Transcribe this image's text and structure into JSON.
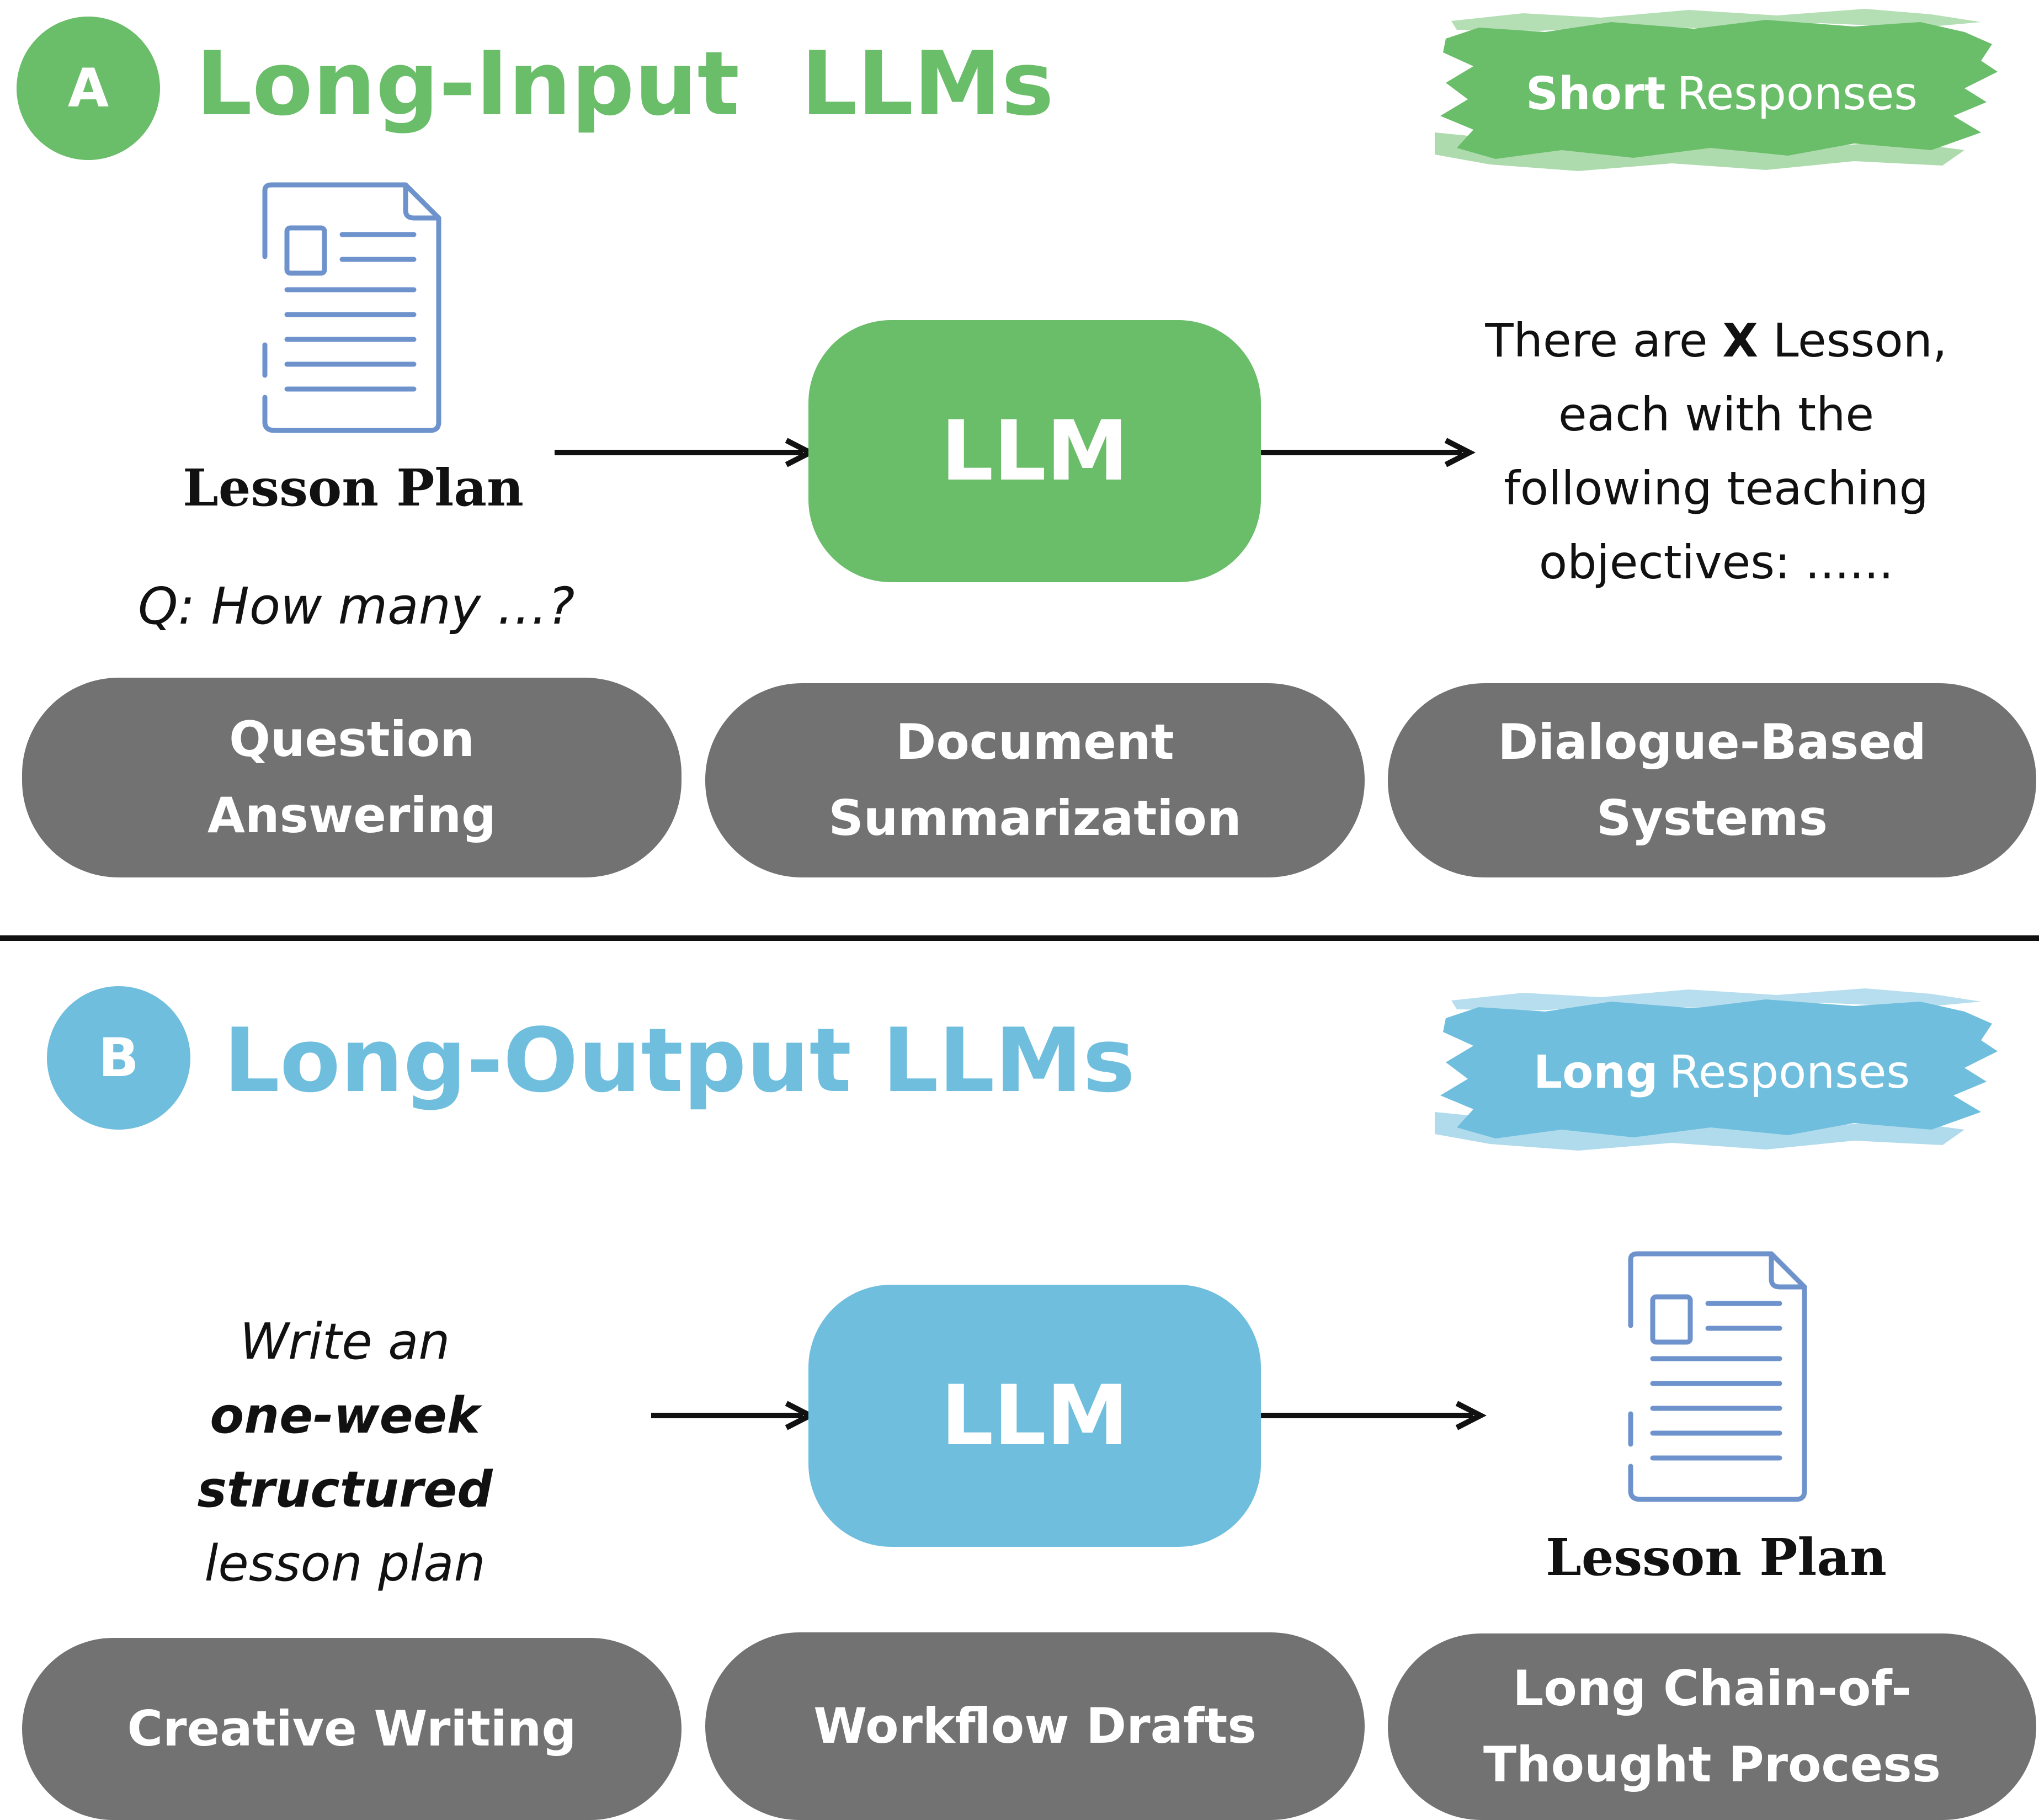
{
  "colors": {
    "green": "#6abd69",
    "blue": "#6fbedd",
    "pill_gray": "#727272",
    "ink": "#111111",
    "doc_line": "#6e93cc"
  },
  "section_a": {
    "badge": "A",
    "title": "Long-Input  LLMs",
    "tag_bold": "Short",
    "tag_rest": "Responses",
    "doc_icon": "document-icon",
    "doc_caption": "Lesson Plan",
    "query": "Q: How many …?",
    "llm_label": "LLM",
    "output_line1_pre": "There are ",
    "output_line1_bold": "X",
    "output_line1_post": " Lesson,",
    "output_line2": "each with the",
    "output_line3": "following teaching",
    "output_line4": "objectives: ......",
    "pills": [
      {
        "line1": "Question",
        "line2": "Answering"
      },
      {
        "line1": "Document",
        "line2": "Summarization"
      },
      {
        "line1": "Dialogue-Based",
        "line2": "Systems"
      }
    ]
  },
  "section_b": {
    "badge": "B",
    "title": "Long-Output LLMs",
    "tag_bold": "Long",
    "tag_rest": "Responses",
    "prompt_line1": "Write an",
    "prompt_line2": "one-week structured",
    "prompt_line3": "lesson plan",
    "llm_label": "LLM",
    "doc_icon": "document-icon",
    "doc_caption": "Lesson Plan",
    "pills": [
      {
        "line1": "Creative Writing",
        "line2": ""
      },
      {
        "line1": "Workflow Drafts",
        "line2": ""
      },
      {
        "line1": "Long Chain-of-",
        "line2": "Thought Process"
      }
    ]
  }
}
